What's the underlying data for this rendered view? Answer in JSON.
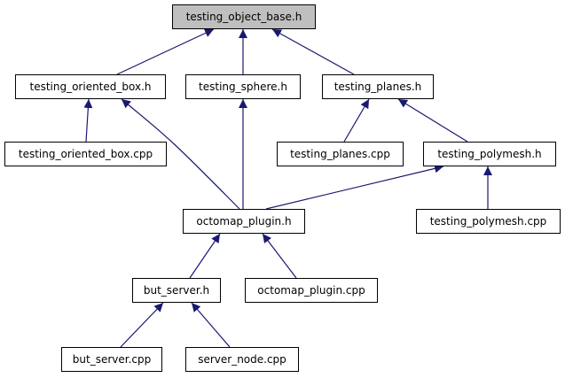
{
  "colors": {
    "edge": "#191970",
    "node_border": "#000000",
    "node_fill": "#ffffff",
    "root_fill": "#bfbfbf",
    "background": "#ffffff"
  },
  "nodes": {
    "root": "testing_object_base.h",
    "oriented_box_h": "testing_oriented_box.h",
    "sphere_h": "testing_sphere.h",
    "planes_h": "testing_planes.h",
    "oriented_box_cpp": "testing_oriented_box.cpp",
    "planes_cpp": "testing_planes.cpp",
    "polymesh_h": "testing_polymesh.h",
    "octomap_plugin_h": "octomap_plugin.h",
    "polymesh_cpp": "testing_polymesh.cpp",
    "but_server_h": "but_server.h",
    "octomap_plugin_cpp": "octomap_plugin.cpp",
    "but_server_cpp": "but_server.cpp",
    "server_node_cpp": "server_node.cpp"
  },
  "edges": [
    {
      "from": "oriented_box_h",
      "to": "root"
    },
    {
      "from": "sphere_h",
      "to": "root"
    },
    {
      "from": "planes_h",
      "to": "root"
    },
    {
      "from": "oriented_box_cpp",
      "to": "oriented_box_h"
    },
    {
      "from": "octomap_plugin_h",
      "to": "oriented_box_h"
    },
    {
      "from": "octomap_plugin_h",
      "to": "sphere_h"
    },
    {
      "from": "planes_cpp",
      "to": "planes_h"
    },
    {
      "from": "polymesh_h",
      "to": "planes_h"
    },
    {
      "from": "octomap_plugin_h",
      "to": "polymesh_h"
    },
    {
      "from": "polymesh_cpp",
      "to": "polymesh_h"
    },
    {
      "from": "but_server_h",
      "to": "octomap_plugin_h"
    },
    {
      "from": "octomap_plugin_cpp",
      "to": "octomap_plugin_h"
    },
    {
      "from": "but_server_cpp",
      "to": "but_server_h"
    },
    {
      "from": "server_node_cpp",
      "to": "but_server_h"
    }
  ]
}
